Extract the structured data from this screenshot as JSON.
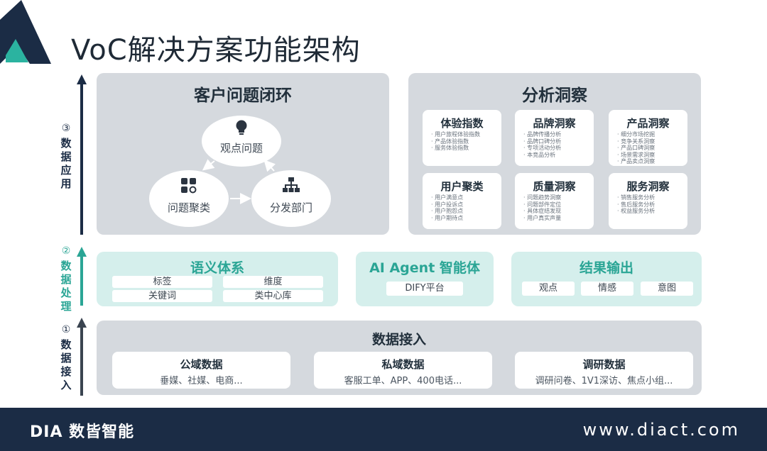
{
  "title": "VoC解决方案功能架构",
  "colors": {
    "navy": "#1b2c45",
    "teal": "#2aa595",
    "panel_grey": "#d5d9de",
    "panel_teal": "#d5efec"
  },
  "axis": [
    {
      "num": "③",
      "chars": [
        "数",
        "据",
        "应",
        "用"
      ]
    },
    {
      "num": "②",
      "chars": [
        "数",
        "据",
        "处",
        "理"
      ]
    },
    {
      "num": "①",
      "chars": [
        "数",
        "据",
        "接",
        "入"
      ]
    }
  ],
  "loop": {
    "title": "客户问题闭环",
    "nodes": [
      {
        "label": "观点问题",
        "icon": "lightbulb-icon"
      },
      {
        "label": "问题聚类",
        "icon": "cluster-icon"
      },
      {
        "label": "分发部门",
        "icon": "org-chart-icon"
      }
    ]
  },
  "insight": {
    "title": "分析洞察",
    "cards": [
      {
        "title": "体验指数",
        "items": [
          "用户旅程体验指数",
          "产品体验指数",
          "服务体验指数"
        ]
      },
      {
        "title": "品牌洞察",
        "items": [
          "品牌传播分析",
          "品牌口碑分析",
          "专项活动分析",
          "本竞品分析"
        ]
      },
      {
        "title": "产品洞察",
        "items": [
          "细分市场挖掘",
          "竞争关系洞察",
          "产品口碑洞察",
          "场景需求洞察",
          "产品卖点洞察"
        ]
      },
      {
        "title": "用户聚类",
        "items": [
          "用户满意点",
          "用户投诉点",
          "用户抱怨点",
          "用户期待点"
        ]
      },
      {
        "title": "质量洞察",
        "items": [
          "问题趋势洞察",
          "问题部件定位",
          "具体症结发现",
          "用户真实声量"
        ]
      },
      {
        "title": "服务洞察",
        "items": [
          "销售服务分析",
          "售后服务分析",
          "权益服务分析"
        ]
      }
    ]
  },
  "semantic": {
    "title": "语义体系",
    "chips": [
      "标签",
      "维度",
      "关键词",
      "类中心库"
    ]
  },
  "agent": {
    "title": "AI Agent 智能体",
    "chips": [
      "DIFY平台"
    ]
  },
  "output": {
    "title": "结果输出",
    "chips": [
      "观点",
      "情感",
      "意图"
    ]
  },
  "ingest": {
    "title": "数据接入",
    "sources": [
      {
        "title": "公域数据",
        "desc": "垂媒、社媒、电商..."
      },
      {
        "title": "私域数据",
        "desc": "客服工单、APP、400电话..."
      },
      {
        "title": "调研数据",
        "desc": "调研问卷、1V1深访、焦点小组..."
      }
    ]
  },
  "footer": {
    "brand": "DIA 数皆智能",
    "site": "www.diact.com"
  }
}
